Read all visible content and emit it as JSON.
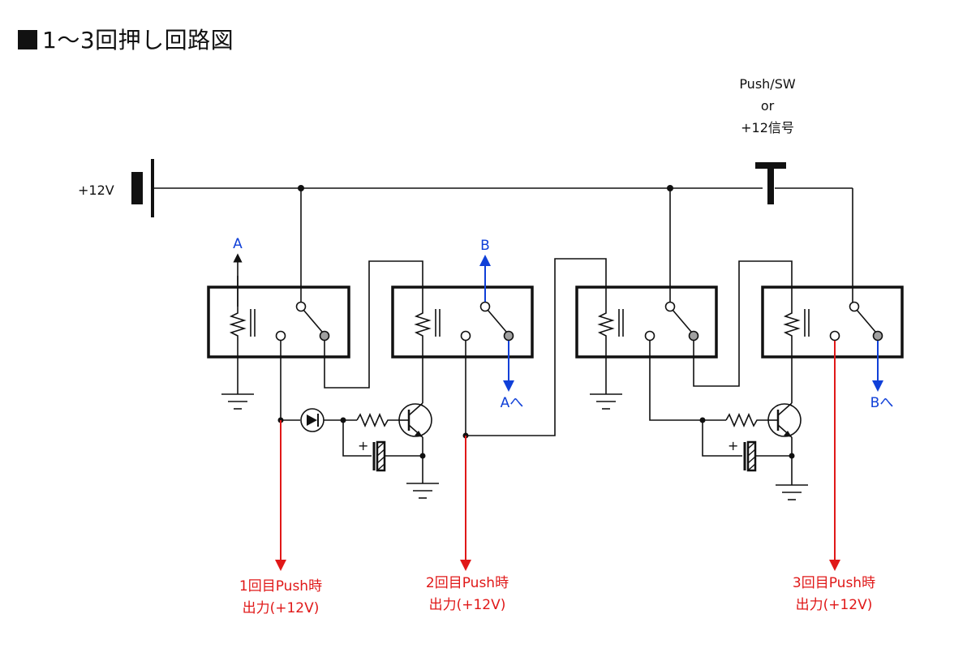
{
  "title": "■1〜3回押し回路図",
  "title_text": "1〜3回押し回路図",
  "labels": {
    "supply": "+12V",
    "push_line1": "Push/SW",
    "push_line2": "or",
    "push_line3": "+12信号",
    "a_up": "A",
    "b_up": "B",
    "a_to": "Aへ",
    "b_to": "Bへ",
    "cap_plus": "+"
  },
  "outputs": [
    {
      "line1": "1回目Push時",
      "line2": "出力(+12V)"
    },
    {
      "line1": "2回目Push時",
      "line2": "出力(+12V)"
    },
    {
      "line1": "3回目Push時",
      "line2": "出力(+12V)"
    }
  ],
  "colors": {
    "wire": "#111111",
    "signal": "#1040d8",
    "output": "#e01818",
    "contact_fill": "#a0a0a0"
  }
}
